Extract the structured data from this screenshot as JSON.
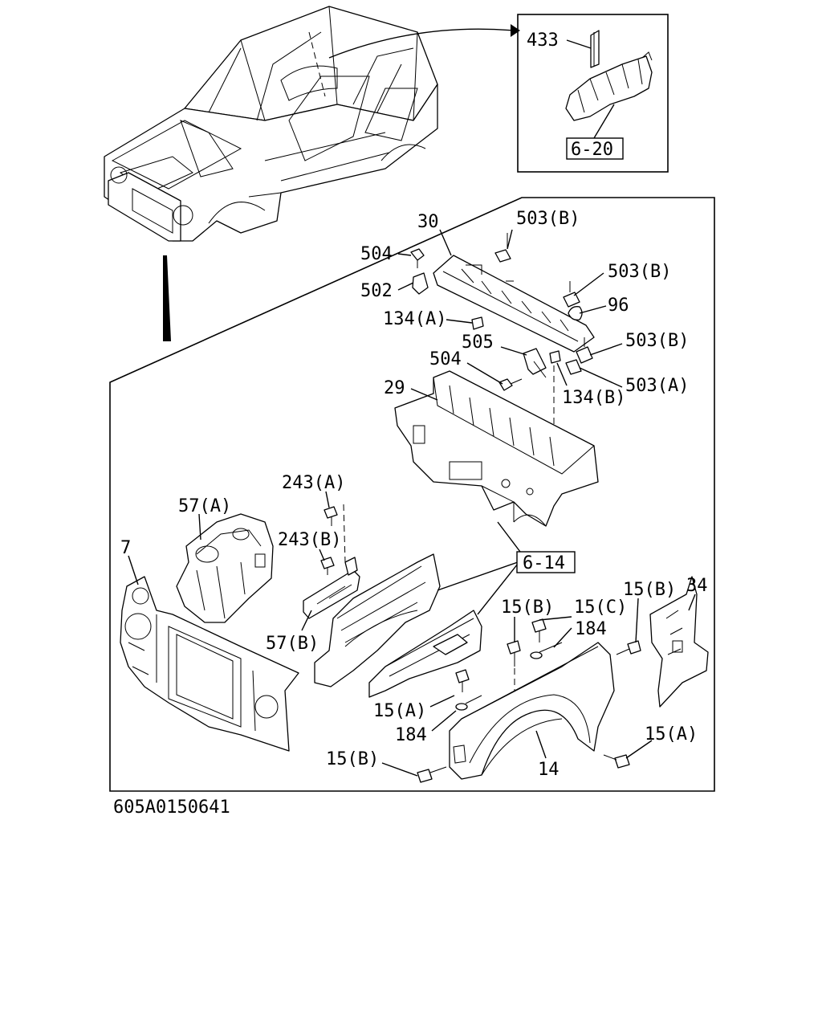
{
  "figure_code": "605A0150641",
  "refs": {
    "r620": "6-20",
    "r614": "6-14"
  },
  "labels": {
    "l433": "433",
    "l30": "30",
    "l503b_1": "503(B)",
    "l504_1": "504",
    "l502": "502",
    "l503b_2": "503(B)",
    "l96": "96",
    "l134a": "134(A)",
    "l505": "505",
    "l503b_3": "503(B)",
    "l504_2": "504",
    "l503a": "503(A)",
    "l134b": "134(B)",
    "l29": "29",
    "l243a": "243(A)",
    "l57a": "57(A)",
    "l243b": "243(B)",
    "l7": "7",
    "l57b": "57(B)",
    "l15b_1": "15(B)",
    "l15c": "15(C)",
    "l15b_2": "15(B)",
    "l34": "34",
    "l184_1": "184",
    "l15a_1": "15(A)",
    "l184_2": "184",
    "l15a_2": "15(A)",
    "l15b_3": "15(B)",
    "l14": "14"
  }
}
